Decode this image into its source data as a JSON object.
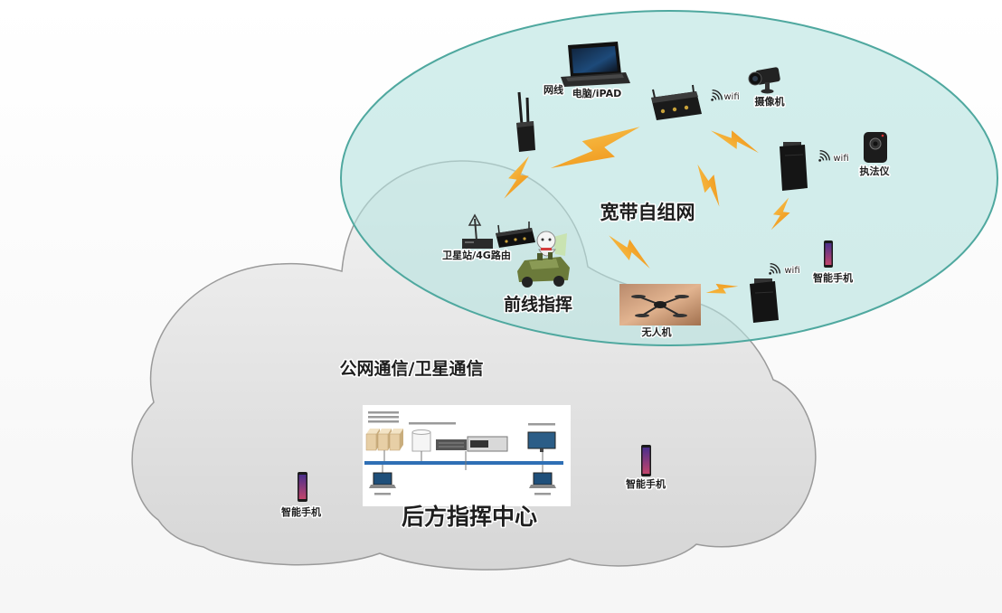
{
  "self_organizing_network": {
    "title": "宽带自组网",
    "cable_label": "网线",
    "laptop_label": "电脑/iPAD",
    "camera_wifi_label": "wifi",
    "camera_label": "摄像机",
    "recorder_wifi_label": "wifi",
    "recorder_label": "执法仪",
    "satellite_router_label": "卫星站/4G路由",
    "phone_wifi_label": "wifi",
    "phone_label": "智能手机",
    "frontline_label": "前线指挥",
    "drone_label": "无人机"
  },
  "public_network": {
    "title": "公网通信/卫星通信",
    "phone_left_label": "智能手机",
    "phone_right_label": "智能手机",
    "rear_command_label": "后方指挥中心"
  },
  "colors": {
    "ad_hoc_network_fill": "#bfe6e3",
    "ad_hoc_network_border": "#4fa89f",
    "cloud_fill": "#e6e6e6",
    "cloud_border": "#9a9a9a",
    "lightning": "#f2a01c",
    "lan_bus": "#2f6fb5"
  }
}
